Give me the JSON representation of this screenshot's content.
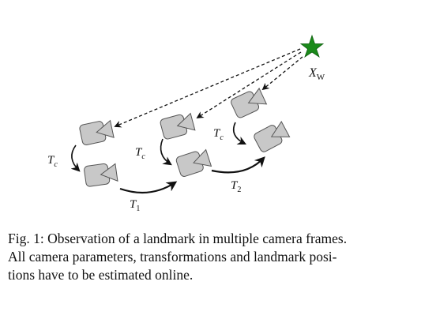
{
  "figure": {
    "landmark_label": "X",
    "landmark_sub": "W",
    "tc_label": "T",
    "tc_sub": "c",
    "t1_label": "T",
    "t1_sub": "1",
    "t2_label": "T",
    "t2_sub": "2",
    "colors": {
      "star": "#1a8a1a",
      "camera_fill": "#c8c8c8",
      "camera_stroke": "#555555",
      "arrow": "#111111"
    },
    "icons": [
      "star-icon",
      "camera-icon"
    ]
  },
  "caption": {
    "line1": "Fig. 1: Observation of a landmark in multiple camera frames.",
    "line2": "All camera parameters, transformations and landmark posi-",
    "line3": "tions have to be estimated online."
  }
}
